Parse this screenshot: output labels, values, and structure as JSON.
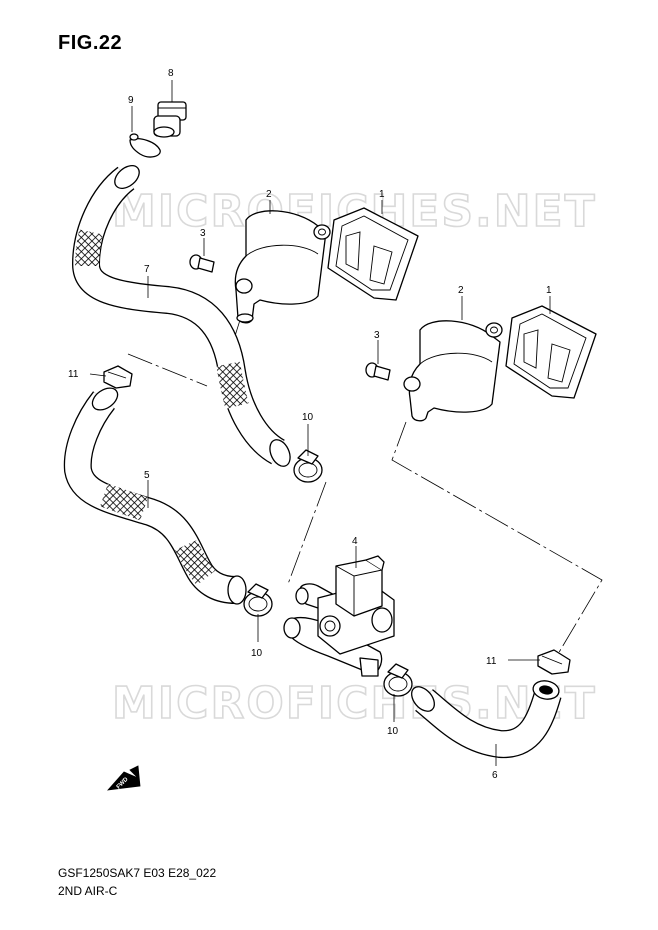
{
  "figure": {
    "title": "FIG.22",
    "model_code": "GSF1250SAK7 E03 E28_022",
    "section_name": "2ND AIR-C"
  },
  "watermark": "MICROFICHES.NET",
  "fwd_label": "FWD",
  "callouts": {
    "c8": "8",
    "c9": "9",
    "c2a": "2",
    "c1a": "1",
    "c3a": "3",
    "c7": "7",
    "c2b": "2",
    "c1b": "1",
    "c3b": "3",
    "c11a": "11",
    "c10a": "10",
    "c5": "5",
    "c4": "4",
    "c10b": "10",
    "c11b": "11",
    "c10c": "10",
    "c6": "6"
  }
}
